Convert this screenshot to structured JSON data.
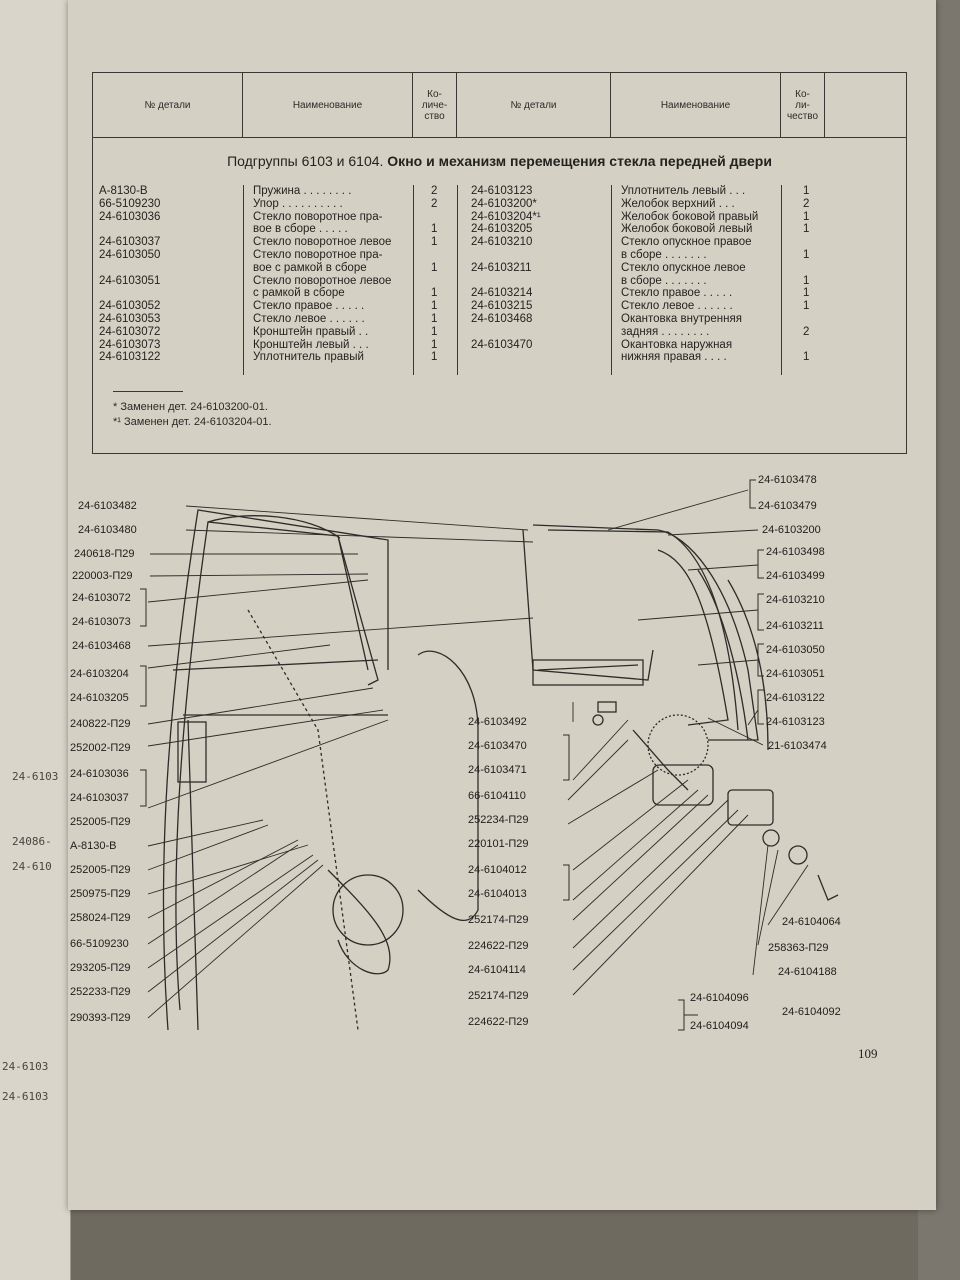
{
  "header": {
    "col_part_no": "№ детали",
    "col_name": "Наименование",
    "col_qty": "Ко-\nличе-\nство",
    "col_qty_right": "Ко-\nли-\nчество"
  },
  "section_title_a": "Подгруппы 6103 и 6104.",
  "section_title_b": "Окно и механизм перемещения стекла передней двери",
  "left_parts": [
    {
      "no": "А-8130-В",
      "name": "Пружина . . . . . . . .",
      "qty": "2"
    },
    {
      "no": "66-5109230",
      "name": "Упор . . . . . . . . . .",
      "qty": "2"
    },
    {
      "no": "24-6103036",
      "name": "Стекло поворотное пра-",
      "qty": ""
    },
    {
      "no": "",
      "name": "вое в сборе . . . . .",
      "qty": "1"
    },
    {
      "no": "24-6103037",
      "name": "Стекло поворотное левое",
      "qty": "1"
    },
    {
      "no": "24-6103050",
      "name": "Стекло поворотное пра-",
      "qty": ""
    },
    {
      "no": "",
      "name": "вое с рамкой в сборе",
      "qty": "1"
    },
    {
      "no": "24-6103051",
      "name": "Стекло поворотное левое",
      "qty": ""
    },
    {
      "no": "",
      "name": "с рамкой в сборе",
      "qty": "1"
    },
    {
      "no": "24-6103052",
      "name": "Стекло правое . . . . .",
      "qty": "1"
    },
    {
      "no": "24-6103053",
      "name": "Стекло левое . . . . . .",
      "qty": "1"
    },
    {
      "no": "24-6103072",
      "name": "Кронштейн правый . .",
      "qty": "1"
    },
    {
      "no": "24-6103073",
      "name": "Кронштейн левый . . .",
      "qty": "1"
    },
    {
      "no": "24-6103122",
      "name": "Уплотнитель правый",
      "qty": "1"
    }
  ],
  "right_parts": [
    {
      "no": "24-6103123",
      "name": "Уплотнитель левый . . .",
      "qty": "1"
    },
    {
      "no": "24-6103200*",
      "name": "Желобок верхний . . .",
      "qty": "2"
    },
    {
      "no": "24-6103204*¹",
      "name": "Желобок боковой правый",
      "qty": "1"
    },
    {
      "no": "24-6103205",
      "name": "Желобок боковой левый",
      "qty": "1"
    },
    {
      "no": "24-6103210",
      "name": "Стекло опускное правое",
      "qty": ""
    },
    {
      "no": "",
      "name": "в сборе . . . . . . .",
      "qty": "1"
    },
    {
      "no": "24-6103211",
      "name": "Стекло опускное левое",
      "qty": ""
    },
    {
      "no": "",
      "name": "в сборе . . . . . . .",
      "qty": "1"
    },
    {
      "no": "24-6103214",
      "name": "Стекло правое . . . . .",
      "qty": "1"
    },
    {
      "no": "24-6103215",
      "name": "Стекло левое . . . . . .",
      "qty": "1"
    },
    {
      "no": "24-6103468",
      "name": "Окантовка внутренняя",
      "qty": ""
    },
    {
      "no": "",
      "name": "задняя . . . . . . . .",
      "qty": "2"
    },
    {
      "no": "24-6103470",
      "name": "Окантовка наружная",
      "qty": ""
    },
    {
      "no": "",
      "name": "нижняя правая . . . .",
      "qty": "1"
    }
  ],
  "footnotes": [
    "*  Заменен дет. 24-6103200-01.",
    "*¹ Заменен дет. 24-6103204-01."
  ],
  "labels_left": [
    "24-6103482",
    "24-6103480",
    "240618-П29",
    "220003-П29",
    "24-6103072",
    "24-6103073",
    "24-6103468",
    "24-6103204",
    "24-6103205",
    "240822-П29",
    "252002-П29",
    "24-6103036",
    "24-6103037",
    "252005-П29",
    "А-8130-В",
    "252005-П29",
    "250975-П29",
    "258024-П29",
    "66-5109230",
    "293205-П29",
    "252233-П29",
    "290393-П29"
  ],
  "labels_right": [
    "24-6103478",
    "24-6103479",
    "24-6103200",
    "24-6103498",
    "24-6103499",
    "24-6103210",
    "24-6103211",
    "24-6103050",
    "24-6103051",
    "24-6103122",
    "24-6103123",
    "21-6103474"
  ],
  "labels_bottom": [
    "24-6103492",
    "24-6103470",
    "24-6103471",
    "66-6104110",
    "252234-П29",
    "220101-П29",
    "24-6104012",
    "24-6104013",
    "252174-П29",
    "224622-П29",
    "24-6104114",
    "252174-П29",
    "224622-П29"
  ],
  "labels_bottom_right": [
    "24-6104064",
    "258363-П29",
    "24-6104188",
    "24-6104096",
    "24-6104092",
    "24-6104094"
  ],
  "page_number": "109",
  "left_page_fragments": [
    "24-6103",
    "24086-",
    "24-610",
    "24-6103",
    "24-6103"
  ]
}
